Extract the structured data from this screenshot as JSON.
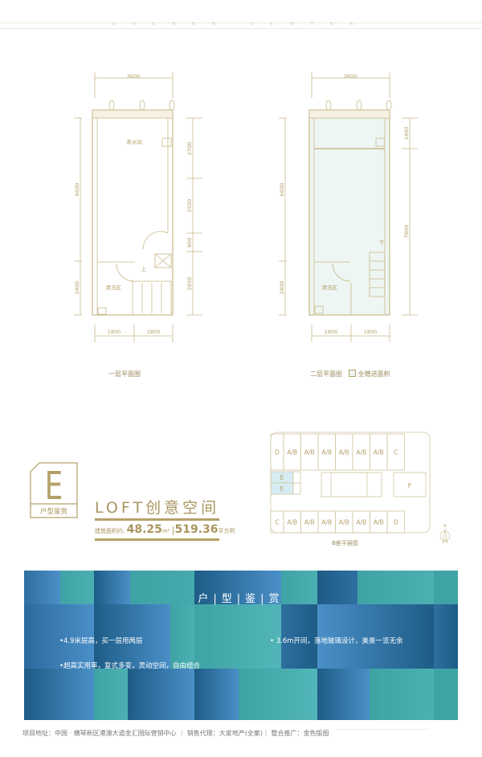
{
  "brand": "GOLDEN CENTER",
  "plan1": {
    "dim_top": "3600",
    "dim_left": [
      "6600",
      "2400"
    ],
    "dim_right": [
      "2700",
      "2550",
      "900",
      "2850"
    ],
    "dim_bottom": [
      "1800",
      "1800"
    ],
    "rooms": {
      "tea": "茶水间",
      "clean": "清洁区",
      "up": "上"
    },
    "caption": "一层平面图"
  },
  "plan2": {
    "dim_top": "3600",
    "dim_left": [
      "6600",
      "2400"
    ],
    "dim_right": [
      "1400",
      "7600"
    ],
    "dim_bottom": [
      "1800",
      "1800"
    ],
    "rooms": {
      "clean": "清洁区",
      "down": "下"
    },
    "caption": "二层平面图",
    "legend": "全赠送面积"
  },
  "unit": {
    "letter": "E",
    "label": "户型鉴赏",
    "title": "LOFT创意空间",
    "area_label": "建筑面积约:",
    "area_sqm": "48.25",
    "area_sqm_unit": "m²",
    "area_sqft": "519.36",
    "area_sqft_unit": "平方呎"
  },
  "key_plan": {
    "top_row": [
      "D",
      "A/B",
      "A/B",
      "A/B",
      "A/B",
      "A/B",
      "A/B",
      "C"
    ],
    "middle_left": [
      "E",
      "E"
    ],
    "middle_right": "F",
    "bottom_row": [
      "C",
      "A/B",
      "A/B",
      "A/B",
      "A/B",
      "A/B",
      "A/B",
      "D"
    ],
    "caption": "B座平层图",
    "compass": "N",
    "highlight_color": "#d6ecf2"
  },
  "panel": {
    "title": "户|型|鉴|赏",
    "features": [
      "•4.9米层高，买一层用两层",
      "• 3.6m开间，落地玻璃设计，美景一览无余",
      "•超高实用率，复式多变，灵动空间，自由组合"
    ],
    "colors": {
      "blue": "#2f6fa0",
      "teal": "#3fa3a5",
      "dark": "#1d5c86"
    }
  },
  "footer": {
    "text": "项目地址：中国 · 横琴新区港澳大道金汇国际营销中心  ｜ 销售代理：大家地产(全案)｜  整合推广：金色版图"
  }
}
